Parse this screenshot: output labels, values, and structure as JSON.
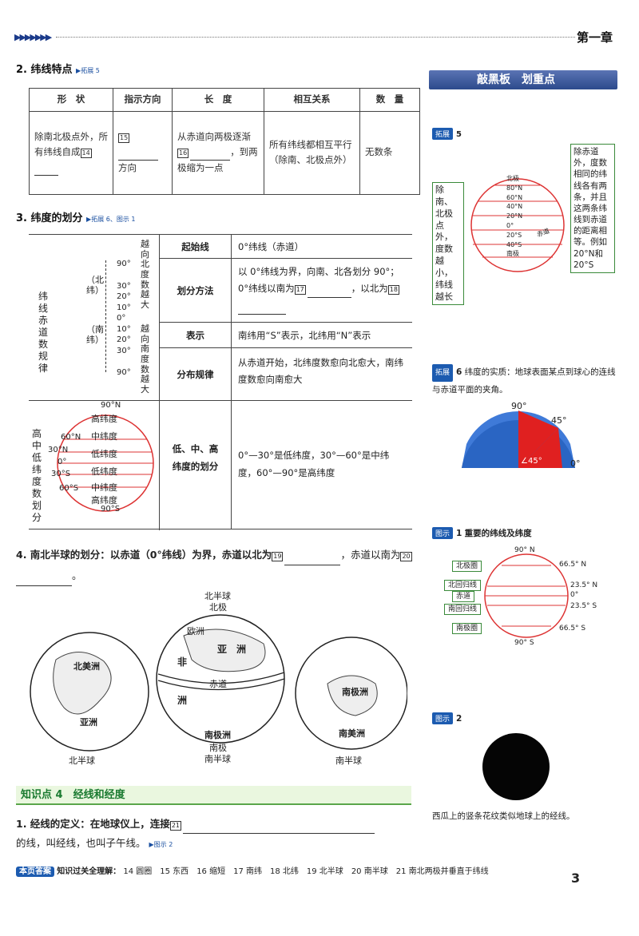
{
  "header": {
    "chapter": "第一章"
  },
  "sec2": {
    "title": "2. 纬线特点",
    "tag": "▶拓展 5",
    "cols": [
      "形　状",
      "指示方向",
      "长　度",
      "相互关系",
      "数　量"
    ],
    "shape": "除南北极点外，所有纬线自成",
    "shape_num": "14",
    "dir_num": "15",
    "dir_text": "方向",
    "len_a": "从赤道向两极逐渐",
    "len_num": "16",
    "len_b": "，到两极缩为一点",
    "rel": "所有纬线都相互平行（除南、北极点外）",
    "count": "无数条"
  },
  "sec3": {
    "title": "3. 纬度的划分",
    "tag": "▶拓展 6、图示 1",
    "rowhead_a": "纬线赤道数规律",
    "rowhead_b": "高中低纬度数划分",
    "ticks": [
      "90°",
      "30°",
      "20°",
      "10°",
      "0°",
      "10°",
      "20°",
      "30°",
      "90°"
    ],
    "north": "（北纬）",
    "south": "（南纬）",
    "up": "越向北度数越大",
    "down": "越向南度数越大",
    "start_k": "起始线",
    "start_v": "0°纬线（赤道）",
    "method_k": "划分方法",
    "method_v_a": "以 0°纬线为界，向南、北各划分 90°；0°纬线以南为",
    "method_num1": "17",
    "method_v_b": "，以北为",
    "method_num2": "18",
    "show_k": "表示",
    "show_v": "南纬用“S”表示，北纬用“N”表示",
    "dist_k": "分布规律",
    "dist_v": "从赤道开始，北纬度数愈向北愈大，南纬度数愈向南愈大",
    "zone_k": "低、中、高纬度的划分",
    "zone_v": "0°—30°是低纬度，30°—60°是中纬度，60°—90°是高纬度",
    "globe": {
      "n90": "90°N",
      "n60": "60°N",
      "n30": "30°N",
      "eq": "0°",
      "s30": "30°S",
      "s60": "60°S",
      "s90": "90°S",
      "hi": "高纬度",
      "mid": "中纬度",
      "lo": "低纬度",
      "lo2": "低纬度",
      "mid2": "中纬度",
      "hi2": "高纬度"
    }
  },
  "sec4": {
    "text_a": "4. 南北半球的划分：以赤道（0°纬线）为界，赤道以北为",
    "num1": "19",
    "text_b": "，赤道以南为",
    "num2": "20",
    "end": "。",
    "globe_labels": {
      "nh": "北半球",
      "np": "北极",
      "asia": "亚　洲",
      "eu": "欧洲",
      "af": "非",
      "eq": "赤道",
      "na": "北美洲",
      "sa": "南美洲",
      "oc": "洲",
      "sp": "南极",
      "sh": "南半球",
      "ant": "南极洲",
      "sh_b": "南半球",
      "nh_b": "北半球",
      "l1": "南美洲",
      "l2": "北美洲",
      "l3": "欧洲",
      "l4": "亚洲",
      "l5": "非洲",
      "l6": "南极洲",
      "l7": "南美洲",
      "l8": "非洲",
      "l9": "亚洲"
    }
  },
  "kp4": {
    "title": "知识点 4　经线和经度"
  },
  "sec1b": {
    "text_a": "1. 经线的定义：在地球仪上，连接",
    "num": "21",
    "text_b": "的线，叫经线，也叫子午线。",
    "tag": "▶图示 2"
  },
  "side": {
    "title": "敲黑板　划重点",
    "ext5": "拓展",
    "ext5n": "5",
    "left_label": "除南、北极点外，度数越小，纬线越长",
    "right_label": "除赤道外，度数相同的纬线各有两条，并且这两条纬线到赤道的距离相等。例如20°N和20°S",
    "g5": [
      "北极",
      "80°N",
      "60°N",
      "40°N",
      "20°N",
      "0°",
      "20°S",
      "40°S",
      "南极"
    ],
    "g5eq": "赤道",
    "ext6": "拓展",
    "ext6n": "6",
    "ext6_text": "纬度的实质：地球表面某点到球心的连线与赤道平面的夹角。",
    "g6": {
      "a": "90°",
      "b": "45°",
      "c": "0°",
      "d": "∠45°"
    },
    "fig1": "图示",
    "fig1n": "1",
    "fig1_text": "重要的纬线及纬度",
    "f1": [
      "北极圈",
      "北回归线",
      "赤道",
      "南回归线",
      "南极圈"
    ],
    "f1d": [
      "90° N",
      "66.5° N",
      "23.5° N",
      "0°",
      "23.5° S",
      "66.5° S",
      "90° S"
    ],
    "fig2": "图示",
    "fig2n": "2",
    "fig2_text": "西瓜上的竖条花纹类似地球上的经线。"
  },
  "answers": {
    "label": "本页答案",
    "text": "知识过关全理解：",
    "items": [
      "14 圆圈",
      "15 东西",
      "16 缩短",
      "17 南纬",
      "18 北纬",
      "19 北半球",
      "20 南半球",
      "21 南北两极并垂直于纬线"
    ]
  },
  "page": {
    "num": "3"
  }
}
